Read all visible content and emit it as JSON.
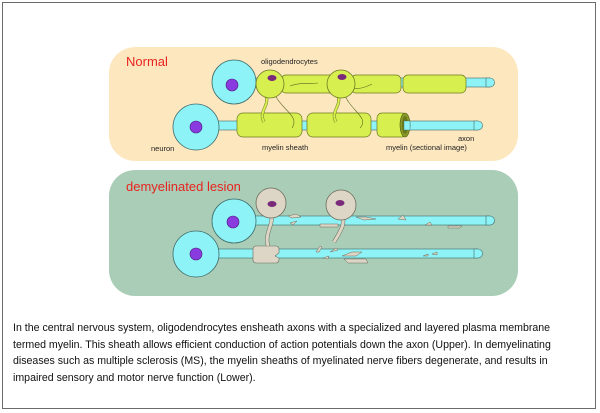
{
  "figure": {
    "upper_panel": {
      "title": "Normal",
      "labels": {
        "oligodendrocytes": "oligodendrocytes",
        "neuron": "neuron",
        "myelin_sheath": "myelin sheath",
        "myelin_sectional": "myelin  (sectional image)",
        "axon": "axon"
      }
    },
    "lower_panel": {
      "title": "demyelinated lesion"
    },
    "colors": {
      "normal_bg": "#fde7bf",
      "lesion_bg": "#a9cdb6",
      "neuron_fill": "#8ef3f6",
      "nucleus_fill": "#8a3be0",
      "myelin_fill": "#d8f04f",
      "oligo_nucleus": "#7a2a7a",
      "degenerate_fill": "#ddd6c6",
      "title_red": "#e8231f"
    }
  },
  "caption": "In the central nervous system, oligodendrocytes ensheath axons with a specialized and layered plasma membrane termed myelin.  This sheath allows efficient conduction of action potentials down the axon (Upper).  In demyelinating diseases such as multiple sclerosis (MS), the myelin sheaths of myelinated nerve fibers degenerate, and results in impaired sensory and motor nerve function (Lower)."
}
